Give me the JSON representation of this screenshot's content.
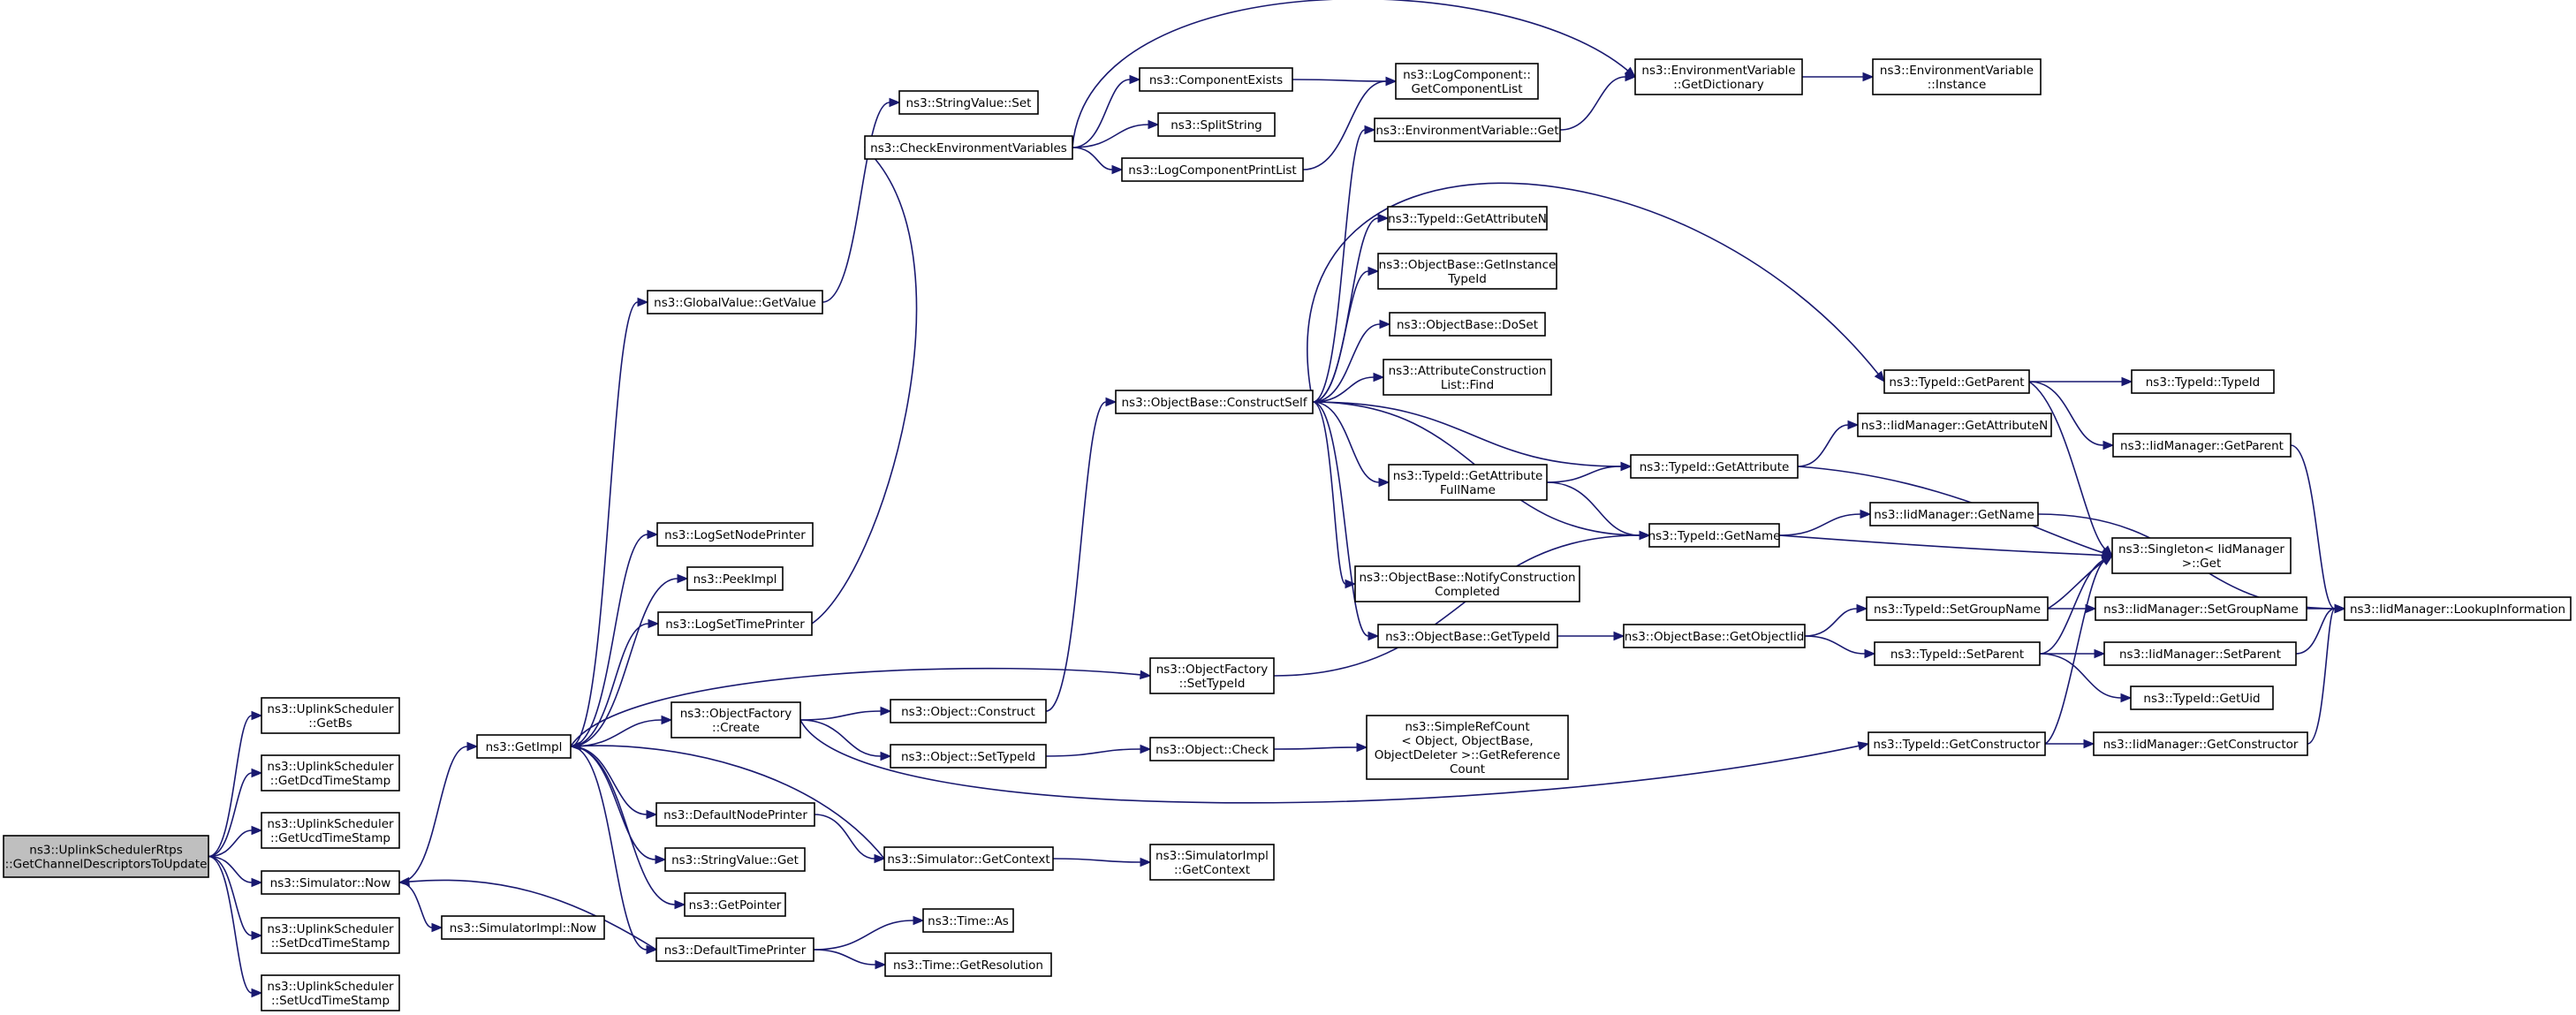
{
  "diagram": {
    "type": "call-graph",
    "root": "root",
    "nodes": [
      {
        "id": "root",
        "lines": [
          "ns3::UplinkSchedulerRtps",
          "::GetChannelDescriptorsToUpdate"
        ]
      },
      {
        "id": "getbs",
        "lines": [
          "ns3::UplinkScheduler",
          "::GetBs"
        ]
      },
      {
        "id": "getdcdts",
        "lines": [
          "ns3::UplinkScheduler",
          "::GetDcdTimeStamp"
        ]
      },
      {
        "id": "getucdts",
        "lines": [
          "ns3::UplinkScheduler",
          "::GetUcdTimeStamp"
        ]
      },
      {
        "id": "simnow",
        "lines": [
          "ns3::Simulator::Now"
        ]
      },
      {
        "id": "setdcdts",
        "lines": [
          "ns3::UplinkScheduler",
          "::SetDcdTimeStamp"
        ]
      },
      {
        "id": "setucdts",
        "lines": [
          "ns3::UplinkScheduler",
          "::SetUcdTimeStamp"
        ]
      },
      {
        "id": "getimpl",
        "lines": [
          "ns3::GetImpl"
        ]
      },
      {
        "id": "simimplnow",
        "lines": [
          "ns3::SimulatorImpl::Now"
        ]
      },
      {
        "id": "globalget",
        "lines": [
          "ns3::GlobalValue::GetValue"
        ]
      },
      {
        "id": "logsetnode",
        "lines": [
          "ns3::LogSetNodePrinter"
        ]
      },
      {
        "id": "peekimpl",
        "lines": [
          "ns3::PeekImpl"
        ]
      },
      {
        "id": "logsettime",
        "lines": [
          "ns3::LogSetTimePrinter"
        ]
      },
      {
        "id": "ofcreate",
        "lines": [
          "ns3::ObjectFactory",
          "::Create"
        ]
      },
      {
        "id": "defnodeprinter",
        "lines": [
          "ns3::DefaultNodePrinter"
        ]
      },
      {
        "id": "strvalget",
        "lines": [
          "ns3::StringValue::Get"
        ]
      },
      {
        "id": "getpointer",
        "lines": [
          "ns3::GetPointer"
        ]
      },
      {
        "id": "deftimeprinter",
        "lines": [
          "ns3::DefaultTimePrinter"
        ]
      },
      {
        "id": "strvalset",
        "lines": [
          "ns3::StringValue::Set"
        ]
      },
      {
        "id": "checkenv",
        "lines": [
          "ns3::CheckEnvironmentVariables"
        ]
      },
      {
        "id": "objconstruct",
        "lines": [
          "ns3::Object::Construct"
        ]
      },
      {
        "id": "objsettypeid",
        "lines": [
          "ns3::Object::SetTypeId"
        ]
      },
      {
        "id": "simgetctx",
        "lines": [
          "ns3::Simulator::GetContext"
        ]
      },
      {
        "id": "timeas",
        "lines": [
          "ns3::Time::As"
        ]
      },
      {
        "id": "timegetres",
        "lines": [
          "ns3::Time::GetResolution"
        ]
      },
      {
        "id": "compexists",
        "lines": [
          "ns3::ComponentExists"
        ]
      },
      {
        "id": "splitstring",
        "lines": [
          "ns3::SplitString"
        ]
      },
      {
        "id": "logcompprint",
        "lines": [
          "ns3::LogComponentPrintList"
        ]
      },
      {
        "id": "obconstructself",
        "lines": [
          "ns3::ObjectBase::ConstructSelf"
        ]
      },
      {
        "id": "ofsettypeid",
        "lines": [
          "ns3::ObjectFactory",
          "::SetTypeId"
        ]
      },
      {
        "id": "objcheck",
        "lines": [
          "ns3::Object::Check"
        ]
      },
      {
        "id": "simimplctx",
        "lines": [
          "ns3::SimulatorImpl",
          "::GetContext"
        ]
      },
      {
        "id": "logcomplist",
        "lines": [
          "ns3::LogComponent::",
          "GetComponentList"
        ]
      },
      {
        "id": "envget",
        "lines": [
          "ns3::EnvironmentVariable::Get"
        ]
      },
      {
        "id": "tidgetattrn",
        "lines": [
          "ns3::TypeId::GetAttributeN"
        ]
      },
      {
        "id": "obgetinst",
        "lines": [
          "ns3::ObjectBase::GetInstance",
          "TypeId"
        ]
      },
      {
        "id": "obdoset",
        "lines": [
          "ns3::ObjectBase::DoSet"
        ]
      },
      {
        "id": "attrconsfind",
        "lines": [
          "ns3::AttributeConstruction",
          "List::Find"
        ]
      },
      {
        "id": "tidgetattrfull",
        "lines": [
          "ns3::TypeId::GetAttribute",
          "FullName"
        ]
      },
      {
        "id": "obnotify",
        "lines": [
          "ns3::ObjectBase::NotifyConstruction",
          "Completed"
        ]
      },
      {
        "id": "obgettypeid",
        "lines": [
          "ns3::ObjectBase::GetTypeId"
        ]
      },
      {
        "id": "simplerefcount",
        "lines": [
          "ns3::SimpleRefCount",
          "< Object, ObjectBase,",
          "ObjectDeleter >::GetReference",
          "Count"
        ]
      },
      {
        "id": "envgetdict",
        "lines": [
          "ns3::EnvironmentVariable",
          "::GetDictionary"
        ]
      },
      {
        "id": "tidgetattr",
        "lines": [
          "ns3::TypeId::GetAttribute"
        ]
      },
      {
        "id": "tidgetname",
        "lines": [
          "ns3::TypeId::GetName"
        ]
      },
      {
        "id": "obgetobjectiid",
        "lines": [
          "ns3::ObjectBase::GetObjectIid"
        ]
      },
      {
        "id": "envinstance",
        "lines": [
          "ns3::EnvironmentVariable",
          "::Instance"
        ]
      },
      {
        "id": "tidgetparent",
        "lines": [
          "ns3::TypeId::GetParent"
        ]
      },
      {
        "id": "iidgetattrn",
        "lines": [
          "ns3::IidManager::GetAttributeN"
        ]
      },
      {
        "id": "iidgetname",
        "lines": [
          "ns3::IidManager::GetName"
        ]
      },
      {
        "id": "tidsetgroup",
        "lines": [
          "ns3::TypeId::SetGroupName"
        ]
      },
      {
        "id": "tidsetparent",
        "lines": [
          "ns3::TypeId::SetParent"
        ]
      },
      {
        "id": "tidgetctor",
        "lines": [
          "ns3::TypeId::GetConstructor"
        ]
      },
      {
        "id": "tidtypeid",
        "lines": [
          "ns3::TypeId::TypeId"
        ]
      },
      {
        "id": "iidgetparent",
        "lines": [
          "ns3::IidManager::GetParent"
        ]
      },
      {
        "id": "singletonget",
        "lines": [
          "ns3::Singleton< IidManager",
          ">::Get"
        ]
      },
      {
        "id": "iidsetgroup",
        "lines": [
          "ns3::IidManager::SetGroupName"
        ]
      },
      {
        "id": "iidsetparent",
        "lines": [
          "ns3::IidManager::SetParent"
        ]
      },
      {
        "id": "tidgetuid",
        "lines": [
          "ns3::TypeId::GetUid"
        ]
      },
      {
        "id": "iidgetctor",
        "lines": [
          "ns3::IidManager::GetConstructor"
        ]
      },
      {
        "id": "iidlookup",
        "lines": [
          "ns3::IidManager::LookupInformation"
        ]
      }
    ],
    "edges": [
      [
        "root",
        "getbs"
      ],
      [
        "root",
        "getdcdts"
      ],
      [
        "root",
        "getucdts"
      ],
      [
        "root",
        "simnow"
      ],
      [
        "root",
        "setdcdts"
      ],
      [
        "root",
        "setucdts"
      ],
      [
        "simnow",
        "getimpl"
      ],
      [
        "simnow",
        "simimplnow"
      ],
      [
        "getimpl",
        "globalget"
      ],
      [
        "getimpl",
        "logsetnode"
      ],
      [
        "getimpl",
        "peekimpl"
      ],
      [
        "getimpl",
        "logsettime"
      ],
      [
        "getimpl",
        "ofcreate"
      ],
      [
        "getimpl",
        "defnodeprinter"
      ],
      [
        "getimpl",
        "strvalget"
      ],
      [
        "getimpl",
        "getpointer"
      ],
      [
        "getimpl",
        "deftimeprinter"
      ],
      [
        "getimpl",
        "ofsettypeid"
      ],
      [
        "globalget",
        "strvalset"
      ],
      [
        "logsettime",
        "checkenv"
      ],
      [
        "ofcreate",
        "objconstruct"
      ],
      [
        "ofcreate",
        "objsettypeid"
      ],
      [
        "ofcreate",
        "tidgetctor"
      ],
      [
        "defnodeprinter",
        "simgetctx"
      ],
      [
        "simgetctx",
        "getimpl"
      ],
      [
        "simgetctx",
        "simimplctx"
      ],
      [
        "deftimeprinter",
        "simnow"
      ],
      [
        "deftimeprinter",
        "timeas"
      ],
      [
        "deftimeprinter",
        "timegetres"
      ],
      [
        "checkenv",
        "compexists"
      ],
      [
        "checkenv",
        "splitstring"
      ],
      [
        "checkenv",
        "logcompprint"
      ],
      [
        "checkenv",
        "envgetdict"
      ],
      [
        "objconstruct",
        "obconstructself"
      ],
      [
        "objsettypeid",
        "objcheck"
      ],
      [
        "objcheck",
        "simplerefcount"
      ],
      [
        "compexists",
        "logcomplist"
      ],
      [
        "logcompprint",
        "logcomplist"
      ],
      [
        "obconstructself",
        "envget"
      ],
      [
        "obconstructself",
        "tidgetattrn"
      ],
      [
        "obconstructself",
        "obgetinst"
      ],
      [
        "obconstructself",
        "obdoset"
      ],
      [
        "obconstructself",
        "attrconsfind"
      ],
      [
        "obconstructself",
        "tidgetattrfull"
      ],
      [
        "obconstructself",
        "obnotify"
      ],
      [
        "obconstructself",
        "obgettypeid"
      ],
      [
        "obconstructself",
        "tidgetattr"
      ],
      [
        "obconstructself",
        "tidgetname"
      ],
      [
        "obconstructself",
        "tidgetparent"
      ],
      [
        "ofsettypeid",
        "tidgetname"
      ],
      [
        "envget",
        "envgetdict"
      ],
      [
        "envgetdict",
        "envinstance"
      ],
      [
        "tidgetattrfull",
        "tidgetattr"
      ],
      [
        "tidgetattrfull",
        "tidgetname"
      ],
      [
        "obgettypeid",
        "obgetobjectiid"
      ],
      [
        "obgetobjectiid",
        "tidsetgroup"
      ],
      [
        "obgetobjectiid",
        "tidsetparent"
      ],
      [
        "tidgetattr",
        "iidgetattrn"
      ],
      [
        "tidgetattr",
        "singletonget"
      ],
      [
        "tidgetname",
        "iidgetname"
      ],
      [
        "tidgetname",
        "singletonget"
      ],
      [
        "tidgetparent",
        "tidtypeid"
      ],
      [
        "tidgetparent",
        "iidgetparent"
      ],
      [
        "tidgetparent",
        "singletonget"
      ],
      [
        "tidsetgroup",
        "iidsetgroup"
      ],
      [
        "tidsetgroup",
        "singletonget"
      ],
      [
        "tidsetparent",
        "iidsetparent"
      ],
      [
        "tidsetparent",
        "tidgetuid"
      ],
      [
        "tidsetparent",
        "singletonget"
      ],
      [
        "tidgetctor",
        "iidgetctor"
      ],
      [
        "tidgetctor",
        "singletonget"
      ],
      [
        "iidgetparent",
        "iidlookup"
      ],
      [
        "iidgetname",
        "iidlookup"
      ],
      [
        "iidsetgroup",
        "iidlookup"
      ],
      [
        "iidsetparent",
        "iidlookup"
      ],
      [
        "iidgetctor",
        "iidlookup"
      ]
    ],
    "colors": {
      "edge": "#191970",
      "node_border": "#000000",
      "node_fill": "#ffffff",
      "root_fill": "#bfbfbf",
      "text": "#000000"
    }
  }
}
